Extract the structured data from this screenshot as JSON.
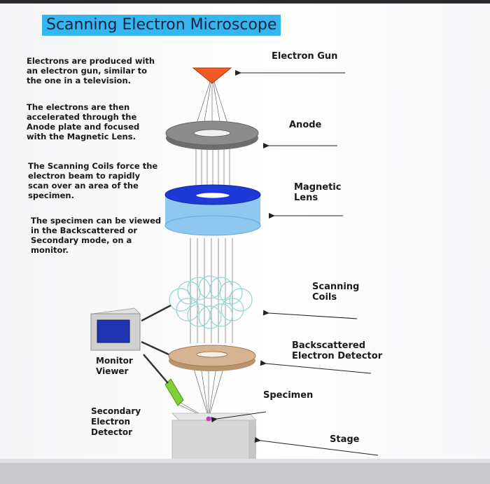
{
  "title": "Scanning Electron Microscope",
  "paragraphs": [
    "Electrons are produced with\nan electron gun, similar to\nthe one in a television.",
    "The electrons are then\naccelerated through the\nAnode plate and focused\nwith the Magnetic Lens.",
    "The Scanning Coils force the\nelectron beam to rapidly\nscan over an area of the\nspecimen.",
    "The specimen can be viewed\nin the Backscattered or\nSecondary mode, on a\nmonitor."
  ],
  "labels": {
    "electron_gun": "Electron Gun",
    "anode": "Anode",
    "magnetic_lens": "Magnetic\nLens",
    "scanning_coils": "Scanning\nCoils",
    "backscattered_detector": "Backscattered\nElectron Detector",
    "specimen": "Specimen",
    "stage": "Stage",
    "monitor_viewer": "Monitor\nViewer",
    "secondary_detector": "Secondary\nElectron\nDetector"
  },
  "colors": {
    "title_background": "#35b6ee",
    "electron_gun": "#ef5a24",
    "anode": "#8a8a8a",
    "magnetic_lens_top": "#1d39d8",
    "magnetic_lens_side": "#8fc8ef",
    "scanning_coils": "#8ed6d2",
    "backscattered_detector": "#d6b391",
    "secondary_detector": "#7fcf3a",
    "specimen": "#c040c0",
    "stage": "#d7d7d7",
    "monitor_screen": "#1f35b0"
  }
}
